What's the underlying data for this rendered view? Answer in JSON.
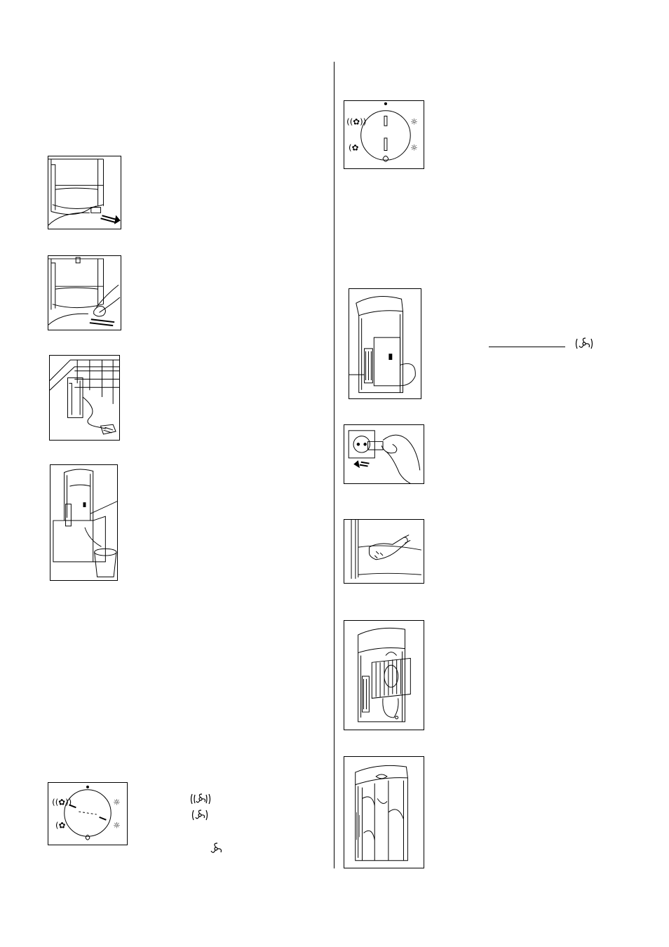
{
  "colors": {
    "ink": "#000000",
    "paper": "#ffffff"
  },
  "figures": [
    {
      "id": "fig-drain-hose-pull",
      "icon": "unit-base-with-drain-arrow"
    },
    {
      "id": "fig-drain-plug-remove",
      "icon": "hand-removing-drain-plug"
    },
    {
      "id": "fig-unit-floor-drain",
      "icon": "unit-draining-to-floor-drain"
    },
    {
      "id": "fig-unit-bucket-drain",
      "icon": "unit-draining-into-bucket"
    },
    {
      "id": "fig-knob-left",
      "icon": "mode-selector-knob"
    },
    {
      "id": "fig-knob-right",
      "icon": "mode-selector-knob"
    },
    {
      "id": "fig-unit-rear-filter",
      "icon": "unit-rear-view"
    },
    {
      "id": "fig-unplug",
      "icon": "hand-unplugging-socket"
    },
    {
      "id": "fig-hand-panel",
      "icon": "hand-on-front-panel"
    },
    {
      "id": "fig-unit-filter-out",
      "icon": "unit-filter-removal"
    },
    {
      "id": "fig-unit-covered",
      "icon": "unit-with-dust-cover"
    }
  ],
  "symbols": {
    "fan_strong": "fan-strong-icon",
    "fan_weak": "fan-weak-icon",
    "fan": "fan-icon"
  }
}
